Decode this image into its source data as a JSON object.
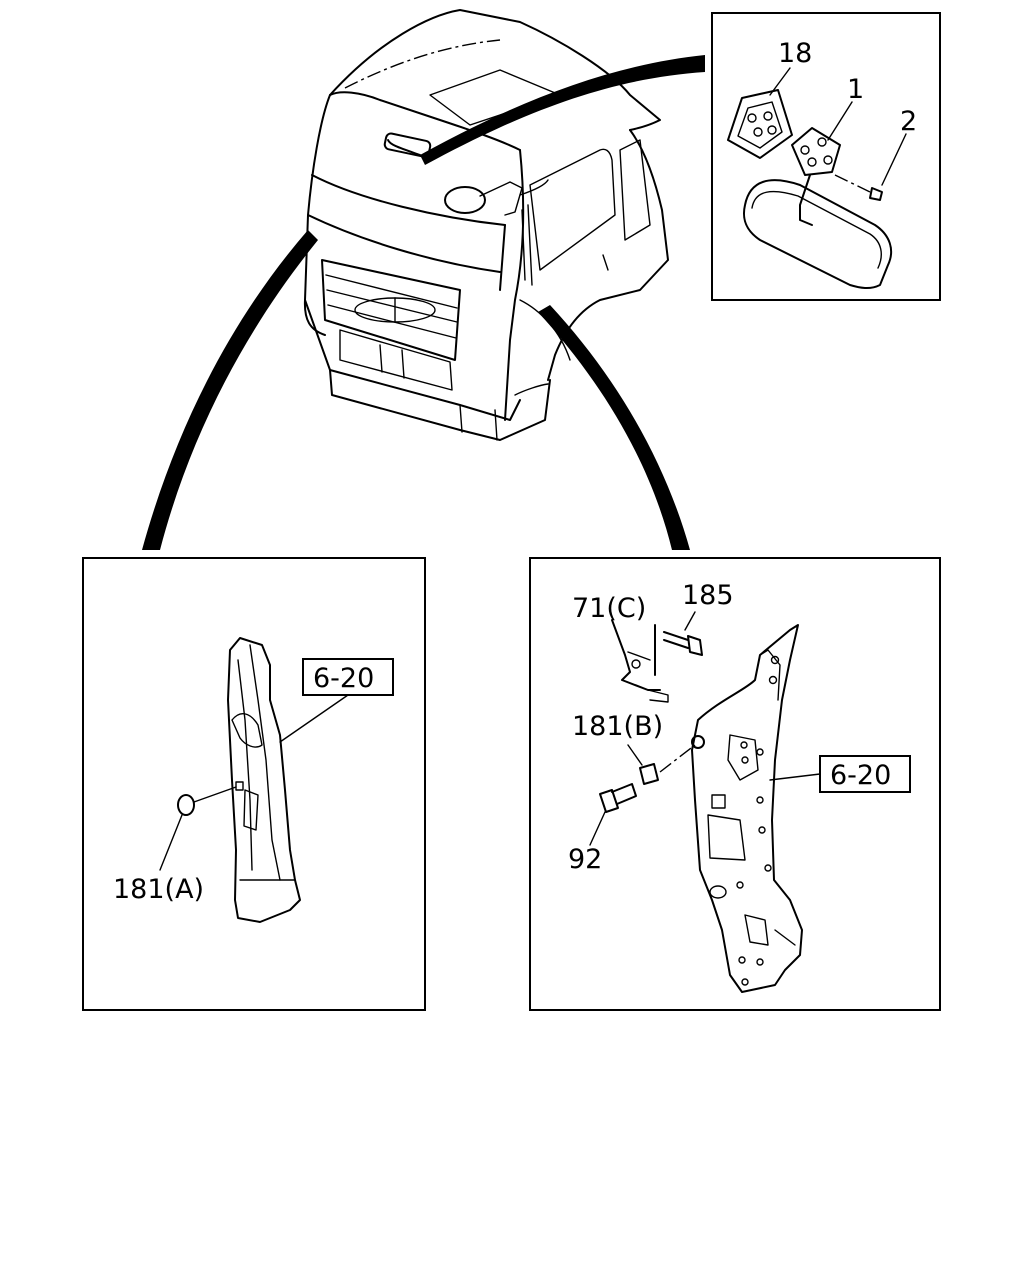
{
  "callouts": {
    "mirror_bracket_pad": "18",
    "mirror_bracket": "1",
    "mirror_screw": "2",
    "clip_a": "181(A)",
    "clip_b": "181(B)",
    "bracket_c": "71(C)",
    "bolt_185": "185",
    "bolt_92": "92"
  },
  "references": {
    "left_panel_ref": "6-20",
    "right_panel_ref": "6-20"
  }
}
